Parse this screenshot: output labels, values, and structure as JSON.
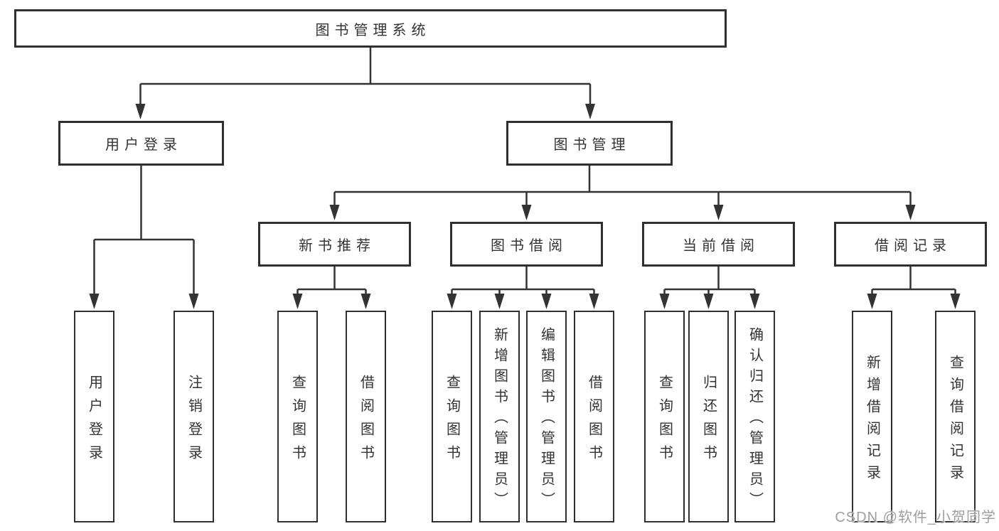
{
  "diagram": {
    "root": {
      "label": "图书管理系统",
      "children": [
        {
          "label": "用户登录",
          "children": [
            {
              "label": "用户登录"
            },
            {
              "label": "注销登录"
            }
          ]
        },
        {
          "label": "图书管理",
          "children": [
            {
              "label": "新书推荐",
              "children": [
                {
                  "label": "查询图书"
                },
                {
                  "label": "借阅图书"
                }
              ]
            },
            {
              "label": "图书借阅",
              "children": [
                {
                  "label": "查询图书"
                },
                {
                  "label": "新增图书（管理员）"
                },
                {
                  "label": "编辑图书（管理员）"
                },
                {
                  "label": "借阅图书"
                }
              ]
            },
            {
              "label": "当前借阅",
              "children": [
                {
                  "label": "查询图书"
                },
                {
                  "label": "归还图书"
                },
                {
                  "label": "确认归还（管理员）"
                }
              ]
            },
            {
              "label": "借阅记录",
              "children": [
                {
                  "label": "新增借阅记录"
                },
                {
                  "label": "查询借阅记录"
                }
              ]
            }
          ]
        }
      ]
    }
  },
  "watermark": "CSDN @软件_小贺同学",
  "colors": {
    "line": "#333333",
    "box_border": "#2f2f2f",
    "text": "#333333",
    "watermark_text": "#9e9e9e",
    "background": "#ffffff"
  }
}
